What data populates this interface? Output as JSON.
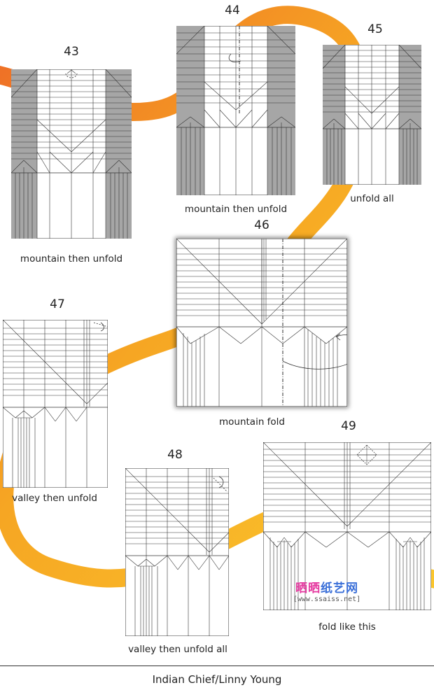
{
  "steps": [
    {
      "num": "43",
      "caption": "mountain then unfold"
    },
    {
      "num": "44",
      "caption": "mountain then unfold"
    },
    {
      "num": "45",
      "caption": "unfold all"
    },
    {
      "num": "46",
      "caption": "mountain fold"
    },
    {
      "num": "47",
      "caption": "valley then unfold"
    },
    {
      "num": "48",
      "caption": "valley then unfold all"
    },
    {
      "num": "49",
      "caption": "fold like this"
    }
  ],
  "footer": "Indian Chief/Linny Young",
  "watermark": {
    "name": "晒晒纸艺网",
    "url": "[www.ssaiss.net]"
  },
  "colors": {
    "ribbon_light": "#FBC72C",
    "ribbon_dark": "#EE6A26",
    "shade": "#A6A6A6",
    "line": "#333333"
  }
}
